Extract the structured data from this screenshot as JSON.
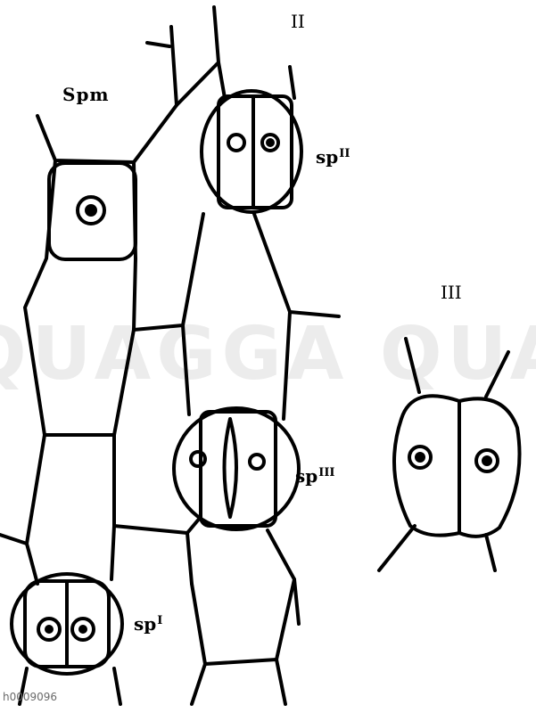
{
  "labels": {
    "spm": "Spm",
    "group2": "II",
    "group3": "III",
    "sp2_base": "sp",
    "sp2_sup": "II",
    "sp3_base": "sp",
    "sp3_sup": "III",
    "sp1_base": "sp",
    "sp1_sup": "I"
  },
  "watermark": "QUAGGA QUAGGA QUAGGA",
  "image_id": "h0009096"
}
